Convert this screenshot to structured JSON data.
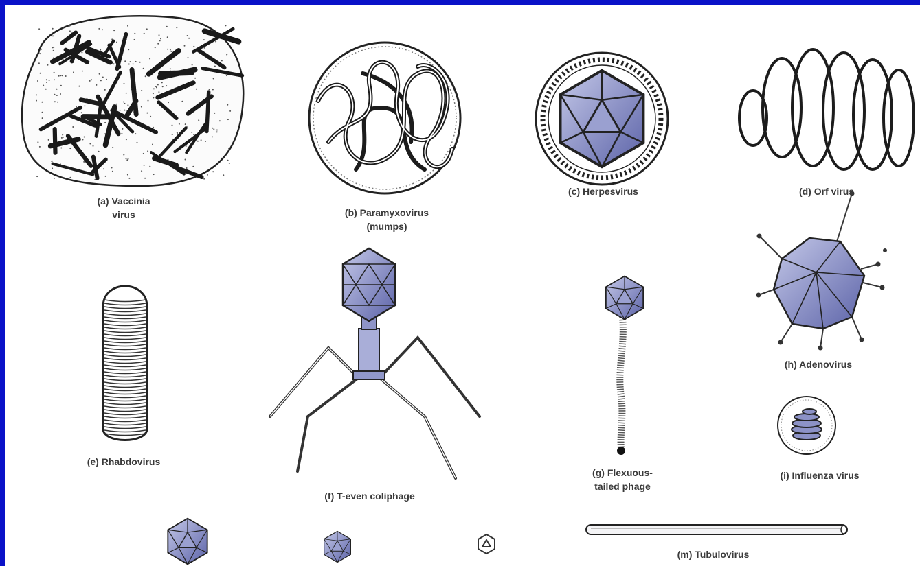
{
  "labels": {
    "a": "(a) Vaccinia\nvirus",
    "b": "(b) Paramyxovirus\n(mumps)",
    "c": "(c) Herpesvirus",
    "d": "(d) Orf virus",
    "e": "(e) Rhabdovirus",
    "f": "(f) T-even coliphage",
    "g": "(g) Flexuous-\ntailed phage",
    "h": "(h) Adenovirus",
    "i": "(i) Influenza virus",
    "m": "(m) Tubulovirus"
  },
  "colors": {
    "background": "#0a12c8",
    "panel": "#ffffff",
    "ink": "#222222",
    "capsid_fill": "#7f86bd",
    "capsid_light": "#b8bde0"
  }
}
